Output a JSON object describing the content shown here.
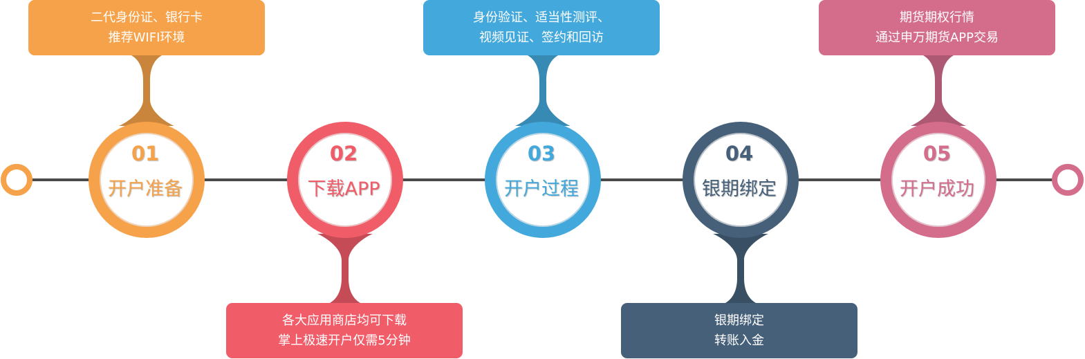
{
  "colors": {
    "line": "#4a4a4a",
    "orange": "#f6a24a",
    "red": "#f05d69",
    "blue": "#43a8db",
    "slate": "#46607a",
    "pink": "#d46d8c"
  },
  "steps": [
    {
      "number": "01",
      "title": "开户准备",
      "color": "#f6a24a",
      "box_position": "top",
      "lines": [
        "二代身份证、银行卡",
        "推荐WIFI环境"
      ]
    },
    {
      "number": "02",
      "title": "下载APP",
      "color": "#f05d69",
      "box_position": "bottom",
      "lines": [
        "各大应用商店均可下载",
        "掌上极速开户仅需5分钟"
      ]
    },
    {
      "number": "03",
      "title": "开户过程",
      "color": "#43a8db",
      "box_position": "top",
      "lines": [
        "身份验证、适当性测评、",
        "视频见证、签约和回访"
      ]
    },
    {
      "number": "04",
      "title": "银期绑定",
      "color": "#46607a",
      "box_position": "bottom",
      "lines": [
        "银期绑定",
        "转账入金"
      ]
    },
    {
      "number": "05",
      "title": "开户成功",
      "color": "#d46d8c",
      "box_position": "top",
      "lines": [
        "期货期权行情",
        "通过申万期货APP交易"
      ]
    }
  ]
}
